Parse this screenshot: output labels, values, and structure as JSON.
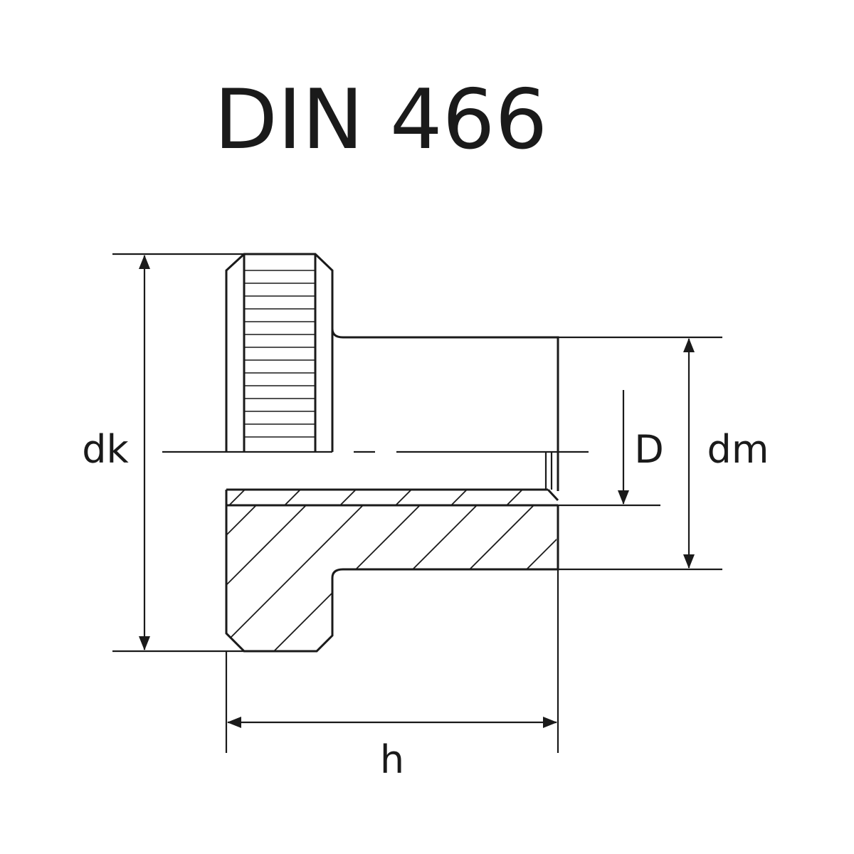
{
  "title": "DIN 466",
  "dimensions": {
    "dk": "dk",
    "dm": "dm",
    "D": "D",
    "h": "h"
  },
  "colors": {
    "line": "#1a1a1a",
    "background": "#ffffff"
  }
}
